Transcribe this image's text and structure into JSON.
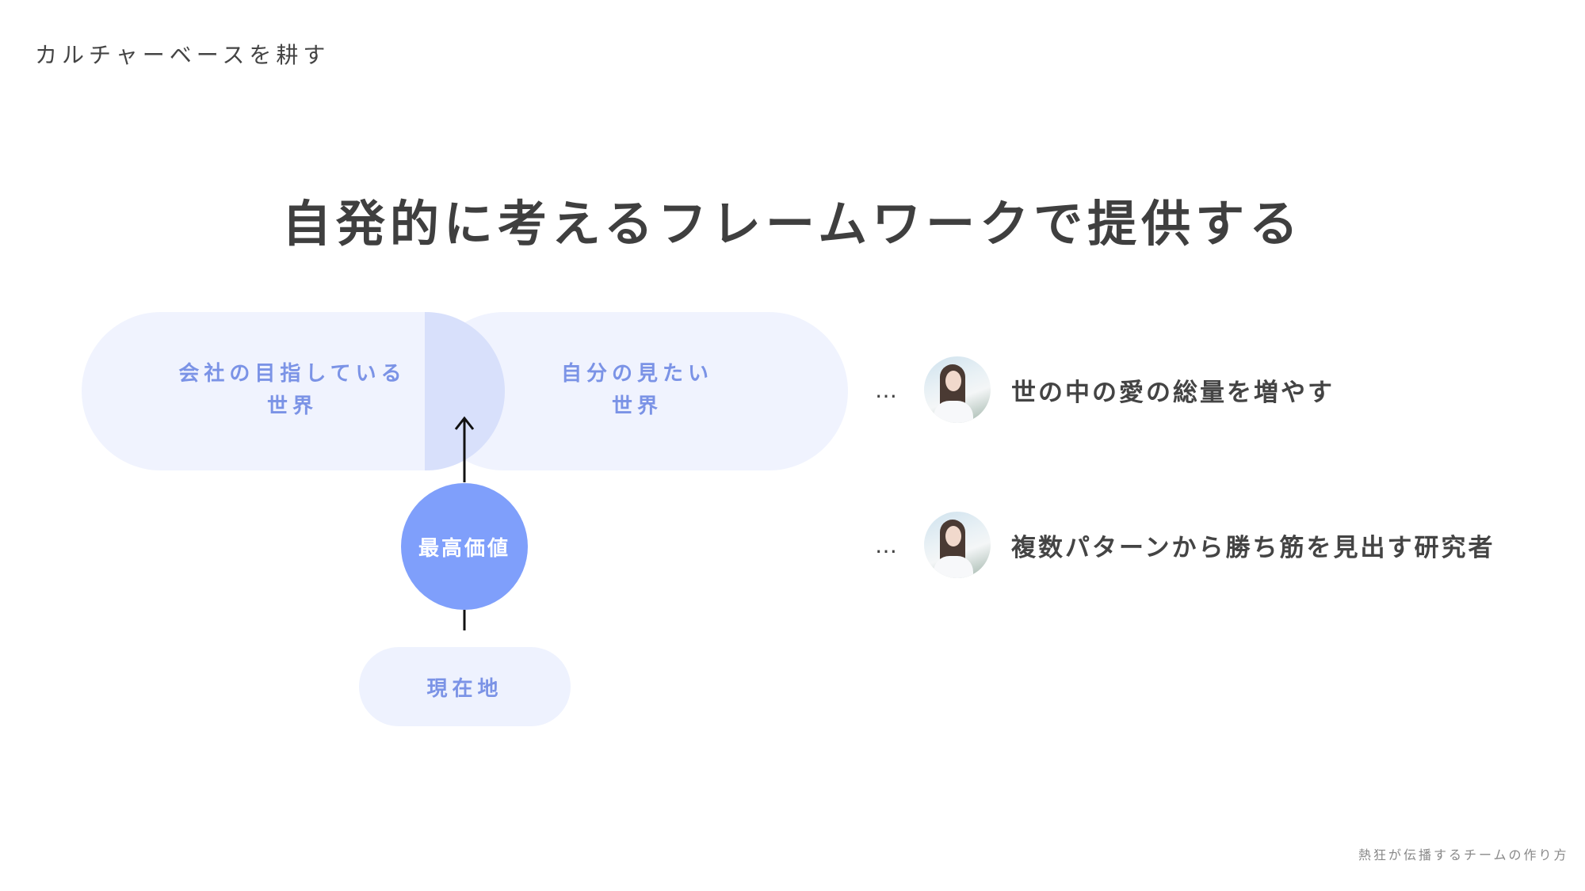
{
  "header": {
    "section": "カルチャーベースを耕す"
  },
  "slide": {
    "title": "自発的に考えるフレームワークで提供する"
  },
  "diagram": {
    "left_circle": {
      "line1": "会社の目指している",
      "line2": "世界"
    },
    "right_circle": {
      "line1": "自分の見たい",
      "line2": "世界"
    },
    "center_value": "最高価値",
    "current": "現在地",
    "accent_color": "#7f9ffb"
  },
  "roles": [
    {
      "dots": "…",
      "text": "世の中の愛の総量を増やす"
    },
    {
      "dots": "…",
      "text": "複数パターンから勝ち筋を見出す研究者"
    }
  ],
  "footer": {
    "deck_title": "熱狂が伝播するチームの作り方"
  }
}
